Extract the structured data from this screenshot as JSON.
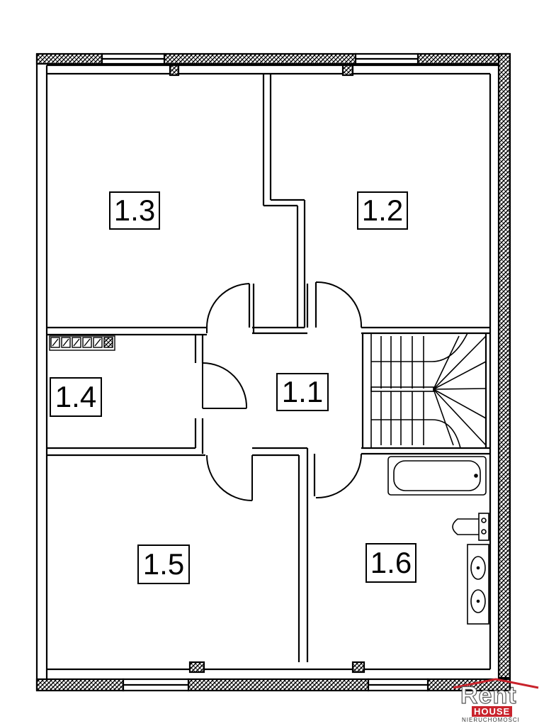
{
  "rooms": [
    {
      "id": "1.3",
      "label": "1.3"
    },
    {
      "id": "1.2",
      "label": "1.2"
    },
    {
      "id": "1.4",
      "label": "1.4"
    },
    {
      "id": "1.1",
      "label": "1.1"
    },
    {
      "id": "1.5",
      "label": "1.5"
    },
    {
      "id": "1.6",
      "label": "1.6"
    }
  ],
  "logo": {
    "name": "Rent",
    "sub_brand": "HOUSE",
    "tagline": "NIERUCHOMOŚCI",
    "accent_color": "#c9232c"
  }
}
